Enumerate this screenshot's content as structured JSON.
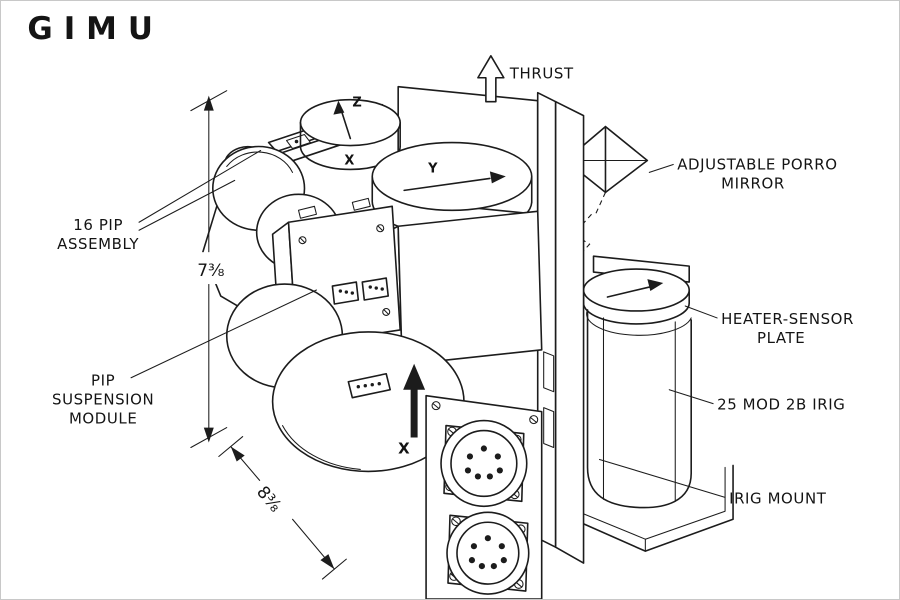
{
  "header": {
    "title": "GIMU"
  },
  "diagram": {
    "thrust_label": "THRUST",
    "axis": {
      "z": "Z",
      "y": "Y",
      "x": "X",
      "x_gyro": "X"
    },
    "dimensions": {
      "height": "7⅜",
      "depth": "8⅜"
    },
    "callouts": {
      "pip_assembly": {
        "line1": "16 PIP",
        "line2": "ASSEMBLY"
      },
      "pip_suspension": {
        "line1": "PIP",
        "line2": "SUSPENSION",
        "line3": "MODULE"
      },
      "porro_mirror": {
        "line1": "ADJUSTABLE PORRO",
        "line2": "MIRROR"
      },
      "heater_sensor": {
        "line1": "HEATER-SENSOR",
        "line2": "PLATE"
      },
      "irig": {
        "line1": "25 MOD 2B IRIG"
      },
      "irig_mount": {
        "line1": "IRIG MOUNT"
      }
    },
    "colors": {
      "ink": "#1c1c1c",
      "background": "#ffffff"
    }
  }
}
